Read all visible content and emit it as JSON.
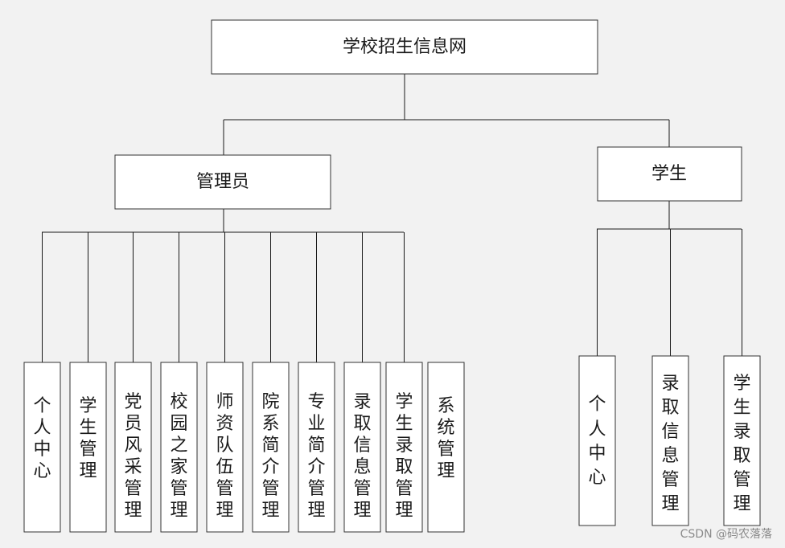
{
  "root": {
    "label": "学校招生信息网"
  },
  "branches": [
    {
      "label": "管理员",
      "children": [
        "个人中心",
        "学生管理",
        "党员风采管理",
        "校园之家管理",
        "师资队伍管理",
        "院系简介管理",
        "专业简介管理",
        "录取信息管理",
        "学生录取管理",
        "系统管理"
      ]
    },
    {
      "label": "学生",
      "children": [
        "个人中心",
        "录取信息管理",
        "学生录取管理"
      ]
    }
  ],
  "watermark": "CSDN @码农落落",
  "colors": {
    "background": "#f2f2f2",
    "box_fill": "#ffffff",
    "stroke": "#333333",
    "text": "#1a1a1a",
    "watermark": "#8a8a8a"
  }
}
